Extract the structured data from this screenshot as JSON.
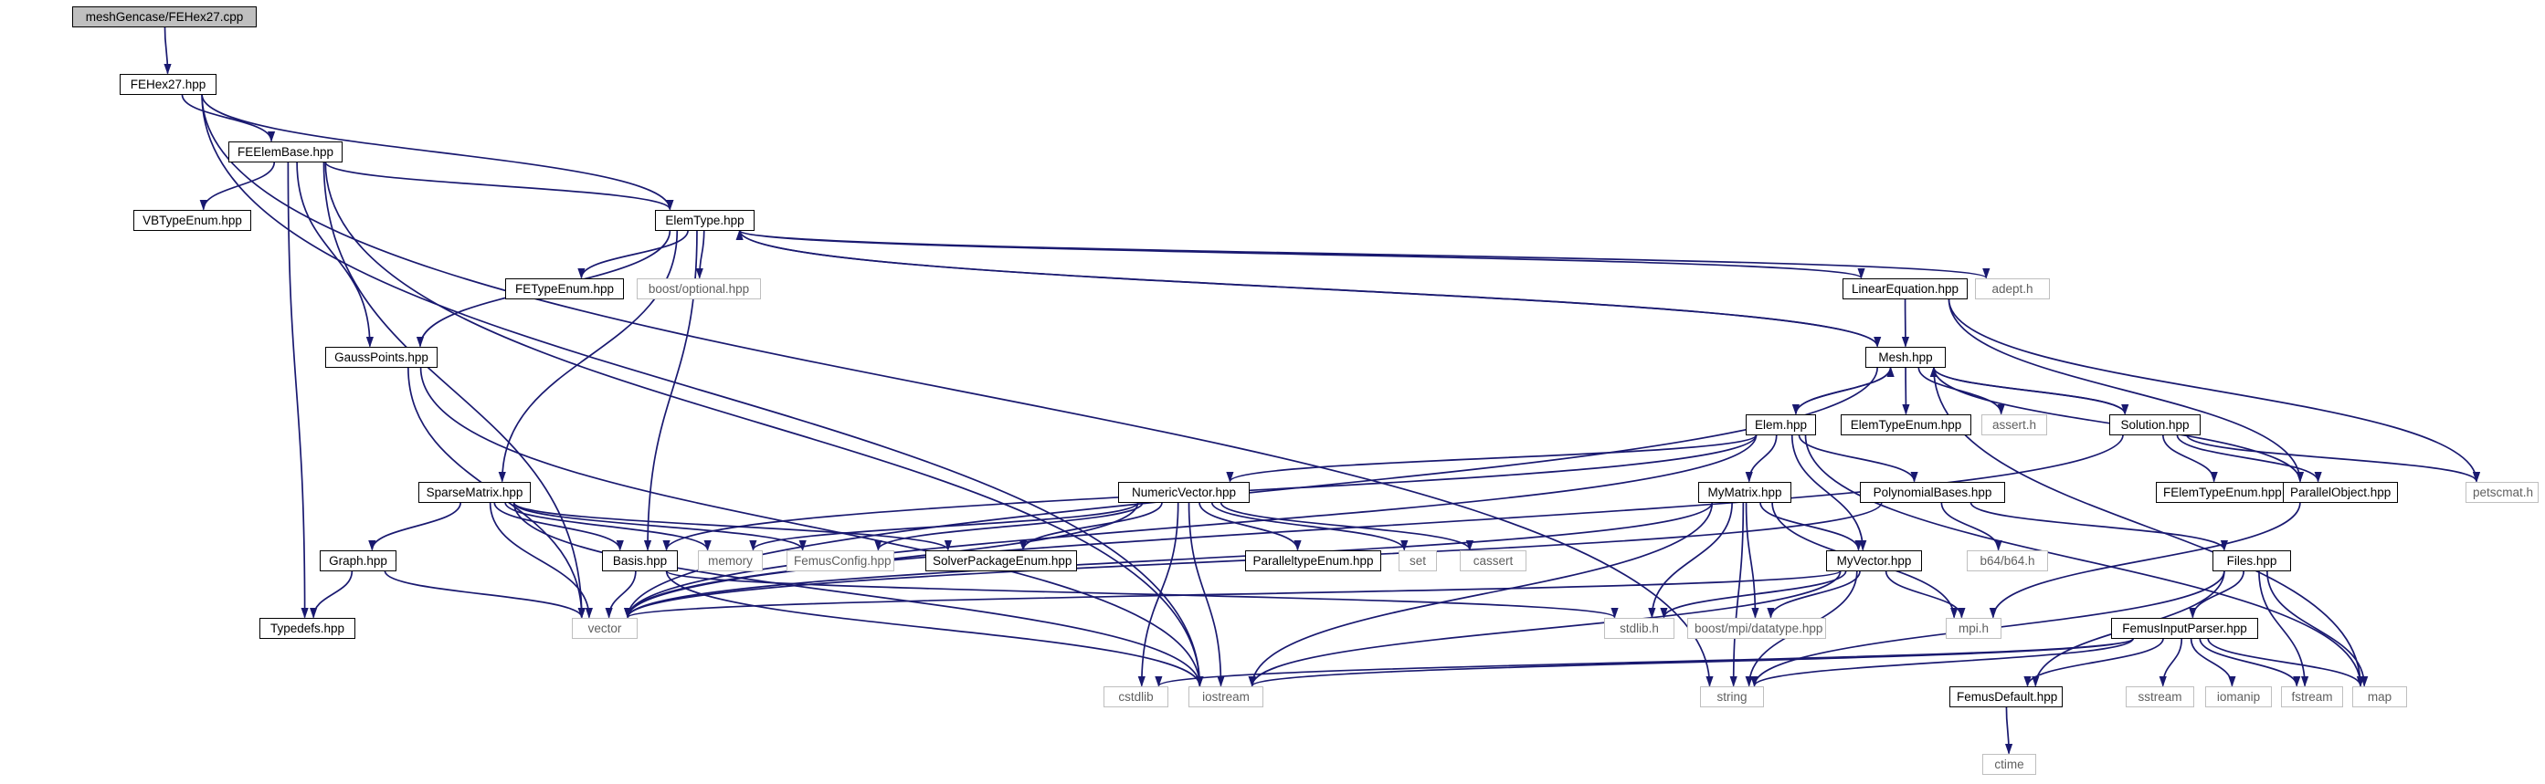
{
  "title": "meshGencase/FEHex27.cpp",
  "colors": {
    "edge": "#191970",
    "documented_border": "#000000",
    "external_border": "#bfbfbf",
    "external_text": "#606060",
    "root_fill": "#bfbfbf"
  },
  "nodes": [
    {
      "id": "root",
      "label": "meshGencase/FEHex27.cpp",
      "kind": "root"
    },
    {
      "id": "fehex27",
      "label": "FEHex27.hpp",
      "kind": "doc"
    },
    {
      "id": "feelembase",
      "label": "FEElemBase.hpp",
      "kind": "doc"
    },
    {
      "id": "vbtypeenum",
      "label": "VBTypeEnum.hpp",
      "kind": "doc"
    },
    {
      "id": "elemtype",
      "label": "ElemType.hpp",
      "kind": "doc"
    },
    {
      "id": "fetypeenum",
      "label": "FETypeEnum.hpp",
      "kind": "doc"
    },
    {
      "id": "boostoptional",
      "label": "boost/optional.hpp",
      "kind": "ext"
    },
    {
      "id": "lineareq",
      "label": "LinearEquation.hpp",
      "kind": "doc"
    },
    {
      "id": "adepth",
      "label": "adept.h",
      "kind": "ext"
    },
    {
      "id": "gausspoints",
      "label": "GaussPoints.hpp",
      "kind": "doc"
    },
    {
      "id": "mesh",
      "label": "Mesh.hpp",
      "kind": "doc"
    },
    {
      "id": "elem",
      "label": "Elem.hpp",
      "kind": "doc"
    },
    {
      "id": "elemtypeenum",
      "label": "ElemTypeEnum.hpp",
      "kind": "doc"
    },
    {
      "id": "asserth",
      "label": "assert.h",
      "kind": "ext"
    },
    {
      "id": "solution",
      "label": "Solution.hpp",
      "kind": "doc"
    },
    {
      "id": "petscmat",
      "label": "petscmat.h",
      "kind": "ext"
    },
    {
      "id": "sparsematrix",
      "label": "SparseMatrix.hpp",
      "kind": "doc"
    },
    {
      "id": "numericvector",
      "label": "NumericVector.hpp",
      "kind": "doc"
    },
    {
      "id": "mymatrix",
      "label": "MyMatrix.hpp",
      "kind": "doc"
    },
    {
      "id": "polybases",
      "label": "PolynomialBases.hpp",
      "kind": "doc"
    },
    {
      "id": "felemtypeenum",
      "label": "FElemTypeEnum.hpp",
      "kind": "doc"
    },
    {
      "id": "parallelobject",
      "label": "ParallelObject.hpp",
      "kind": "doc"
    },
    {
      "id": "graph",
      "label": "Graph.hpp",
      "kind": "doc"
    },
    {
      "id": "basis",
      "label": "Basis.hpp",
      "kind": "doc"
    },
    {
      "id": "memory",
      "label": "memory",
      "kind": "ext"
    },
    {
      "id": "femusconfig",
      "label": "FemusConfig.hpp",
      "kind": "ext"
    },
    {
      "id": "solverpkg",
      "label": "SolverPackageEnum.hpp",
      "kind": "doc"
    },
    {
      "id": "paralleltype",
      "label": "ParalleltypeEnum.hpp",
      "kind": "doc"
    },
    {
      "id": "set",
      "label": "set",
      "kind": "ext"
    },
    {
      "id": "cassert",
      "label": "cassert",
      "kind": "ext"
    },
    {
      "id": "b64",
      "label": "b64/b64.h",
      "kind": "ext"
    },
    {
      "id": "myvector",
      "label": "MyVector.hpp",
      "kind": "doc"
    },
    {
      "id": "files",
      "label": "Files.hpp",
      "kind": "doc"
    },
    {
      "id": "typedefs",
      "label": "Typedefs.hpp",
      "kind": "doc"
    },
    {
      "id": "vector",
      "label": "vector",
      "kind": "ext"
    },
    {
      "id": "stdlib",
      "label": "stdlib.h",
      "kind": "ext"
    },
    {
      "id": "boostmpi",
      "label": "boost/mpi/datatype.hpp",
      "kind": "ext"
    },
    {
      "id": "mpih",
      "label": "mpi.h",
      "kind": "ext"
    },
    {
      "id": "femusinput",
      "label": "FemusInputParser.hpp",
      "kind": "doc"
    },
    {
      "id": "cstdlib",
      "label": "cstdlib",
      "kind": "ext"
    },
    {
      "id": "iostream",
      "label": "iostream",
      "kind": "ext"
    },
    {
      "id": "string",
      "label": "string",
      "kind": "ext"
    },
    {
      "id": "femusdefault",
      "label": "FemusDefault.hpp",
      "kind": "doc"
    },
    {
      "id": "sstream",
      "label": "sstream",
      "kind": "ext"
    },
    {
      "id": "iomanip",
      "label": "iomanip",
      "kind": "ext"
    },
    {
      "id": "fstream",
      "label": "fstream",
      "kind": "ext"
    },
    {
      "id": "map",
      "label": "map",
      "kind": "ext"
    },
    {
      "id": "ctime",
      "label": "ctime",
      "kind": "ext"
    }
  ],
  "edges": [
    [
      "root",
      "fehex27"
    ],
    [
      "fehex27",
      "feelembase"
    ],
    [
      "fehex27",
      "elemtype"
    ],
    [
      "fehex27",
      "iostream"
    ],
    [
      "fehex27",
      "string"
    ],
    [
      "feelembase",
      "vbtypeenum"
    ],
    [
      "feelembase",
      "elemtype"
    ],
    [
      "feelembase",
      "gausspoints"
    ],
    [
      "feelembase",
      "typedefs"
    ],
    [
      "feelembase",
      "vector"
    ],
    [
      "feelembase",
      "iostream"
    ],
    [
      "elemtype",
      "fetypeenum"
    ],
    [
      "elemtype",
      "boostoptional"
    ],
    [
      "elemtype",
      "lineareq"
    ],
    [
      "elemtype",
      "adepth"
    ],
    [
      "elemtype",
      "gausspoints"
    ],
    [
      "elemtype",
      "sparsematrix"
    ],
    [
      "elemtype",
      "basis"
    ],
    [
      "elemtype",
      "mesh"
    ],
    [
      "lineareq",
      "mesh"
    ],
    [
      "lineareq",
      "parallelobject"
    ],
    [
      "lineareq",
      "petscmat"
    ],
    [
      "gausspoints",
      "vector"
    ],
    [
      "gausspoints",
      "iostream"
    ],
    [
      "mesh",
      "elemtype"
    ],
    [
      "mesh",
      "elem"
    ],
    [
      "mesh",
      "elemtypeenum"
    ],
    [
      "mesh",
      "asserth"
    ],
    [
      "mesh",
      "solution"
    ],
    [
      "mesh",
      "parallelobject"
    ],
    [
      "mesh",
      "map"
    ],
    [
      "mesh",
      "vector"
    ],
    [
      "elem",
      "mesh"
    ],
    [
      "elem",
      "numericvector"
    ],
    [
      "elem",
      "mymatrix"
    ],
    [
      "elem",
      "polybases"
    ],
    [
      "elem",
      "myvector"
    ],
    [
      "elem",
      "basis"
    ],
    [
      "elem",
      "vector"
    ],
    [
      "elem",
      "map"
    ],
    [
      "solution",
      "mesh"
    ],
    [
      "solution",
      "felemtypeenum"
    ],
    [
      "solution",
      "parallelobject"
    ],
    [
      "solution",
      "petscmat"
    ],
    [
      "solution",
      "vector"
    ],
    [
      "sparsematrix",
      "graph"
    ],
    [
      "sparsematrix",
      "memory"
    ],
    [
      "sparsematrix",
      "femusconfig"
    ],
    [
      "sparsematrix",
      "solverpkg"
    ],
    [
      "sparsematrix",
      "vector"
    ],
    [
      "sparsematrix",
      "iostream"
    ],
    [
      "sparsematrix",
      "basis"
    ],
    [
      "numericvector",
      "memory"
    ],
    [
      "numericvector",
      "femusconfig"
    ],
    [
      "numericvector",
      "solverpkg"
    ],
    [
      "numericvector",
      "paralleltype"
    ],
    [
      "numericvector",
      "set"
    ],
    [
      "numericvector",
      "cassert"
    ],
    [
      "numericvector",
      "vector"
    ],
    [
      "numericvector",
      "cstdlib"
    ],
    [
      "numericvector",
      "iostream"
    ],
    [
      "mymatrix",
      "myvector"
    ],
    [
      "mymatrix",
      "vector"
    ],
    [
      "mymatrix",
      "stdlib"
    ],
    [
      "mymatrix",
      "boostmpi"
    ],
    [
      "mymatrix",
      "mpih"
    ],
    [
      "mymatrix",
      "string"
    ],
    [
      "mymatrix",
      "iostream"
    ],
    [
      "polybases",
      "b64"
    ],
    [
      "polybases",
      "files"
    ],
    [
      "polybases",
      "vector"
    ],
    [
      "parallelobject",
      "mpih"
    ],
    [
      "graph",
      "typedefs"
    ],
    [
      "graph",
      "vector"
    ],
    [
      "basis",
      "vector"
    ],
    [
      "basis",
      "stdlib"
    ],
    [
      "basis",
      "iostream"
    ],
    [
      "myvector",
      "vector"
    ],
    [
      "myvector",
      "stdlib"
    ],
    [
      "myvector",
      "boostmpi"
    ],
    [
      "myvector",
      "mpih"
    ],
    [
      "myvector",
      "string"
    ],
    [
      "myvector",
      "iostream"
    ],
    [
      "files",
      "femusinput"
    ],
    [
      "files",
      "femusdefault"
    ],
    [
      "files",
      "string"
    ],
    [
      "files",
      "fstream"
    ],
    [
      "files",
      "map"
    ],
    [
      "femusinput",
      "femusdefault"
    ],
    [
      "femusinput",
      "string"
    ],
    [
      "femusinput",
      "sstream"
    ],
    [
      "femusinput",
      "iomanip"
    ],
    [
      "femusinput",
      "fstream"
    ],
    [
      "femusinput",
      "map"
    ],
    [
      "femusinput",
      "iostream"
    ],
    [
      "femusinput",
      "cstdlib"
    ],
    [
      "femusdefault",
      "ctime"
    ]
  ]
}
